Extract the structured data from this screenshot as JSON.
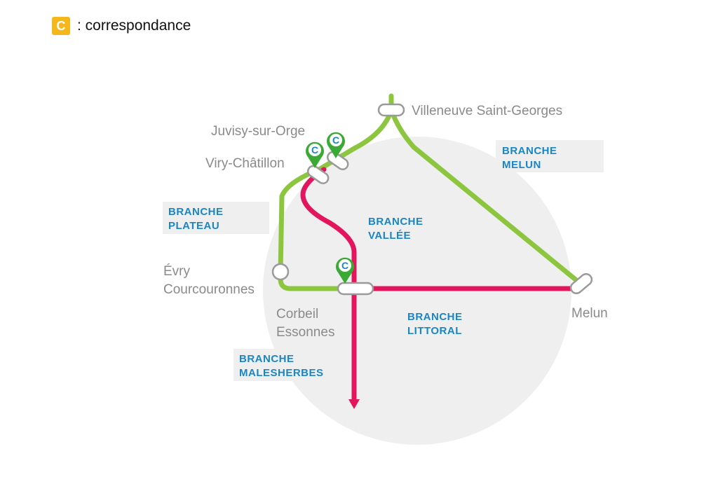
{
  "legend": {
    "badge_letter": "C",
    "text": ": correspondance",
    "badge_color": "#f5b81c"
  },
  "colors": {
    "green_line": "#8cc63f",
    "red_line": "#e2155d",
    "label_blue": "#1a86c4",
    "station_text": "#8a8a8a",
    "background_circle": "#efefef"
  },
  "stations": {
    "villeneuve": "Villeneuve Saint-Georges",
    "juvisy": "Juvisy-sur-Orge",
    "viry": "Viry-Châtillon",
    "evry_1": "Évry",
    "evry_2": "Courcouronnes",
    "corbeil_1": "Corbeil",
    "corbeil_2": "Essonnes",
    "melun": "Melun"
  },
  "branches": {
    "melun": [
      "BRANCHE",
      "MELUN"
    ],
    "plateau": [
      "BRANCHE",
      "PLATEAU"
    ],
    "vallee": [
      "BRANCHE",
      "VALLÉE"
    ],
    "littoral": [
      "BRANCHE",
      "LITTORAL"
    ],
    "malesherbes": [
      "BRANCHE",
      "MALESHERBES"
    ]
  },
  "correspondance_pins": [
    {
      "station": "Juvisy-sur-Orge",
      "letter": "C"
    },
    {
      "station": "Viry-Châtillon",
      "letter": "C"
    },
    {
      "station": "Corbeil Essonnes",
      "letter": "C"
    }
  ]
}
